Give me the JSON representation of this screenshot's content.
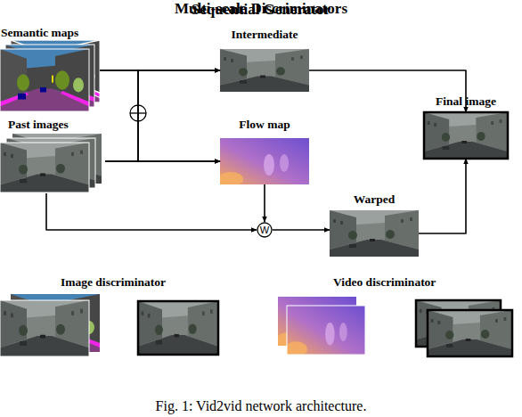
{
  "diagram": {
    "title": "Sequential Generator",
    "caption": "Fig. 1: Vid2vid network architecture.",
    "nodes": [
      {
        "text": [
          "Semantic maps"
        ]
      },
      {
        "text": [
          "Past images"
        ]
      },
      {
        "text": [
          "Intermediate"
        ]
      },
      {
        "text": [
          "Flow map"
        ]
      },
      {
        "text": [
          "W"
        ]
      },
      {
        "text": [
          "Warped"
        ]
      },
      {
        "text": [
          "Final image"
        ]
      }
    ],
    "edges": [
      {
        "from": 0,
        "to": 2,
        "arrow": "to"
      },
      {
        "from": 0,
        "to": 3,
        "arrow": "to"
      },
      {
        "from": 1,
        "to": 2,
        "arrow": "to"
      },
      {
        "from": 1,
        "to": 3,
        "arrow": "to"
      },
      {
        "from": 1,
        "to": 4,
        "arrow": "to"
      },
      {
        "from": 3,
        "to": 4,
        "arrow": "to"
      },
      {
        "from": 4,
        "to": 5,
        "arrow": "to"
      },
      {
        "from": 2,
        "to": 6,
        "arrow": "to"
      },
      {
        "from": 5,
        "to": 6,
        "arrow": "to"
      }
    ],
    "labels": [
      "Image discriminator",
      "Video discriminator",
      "Multi-scale Discriminators"
    ]
  }
}
